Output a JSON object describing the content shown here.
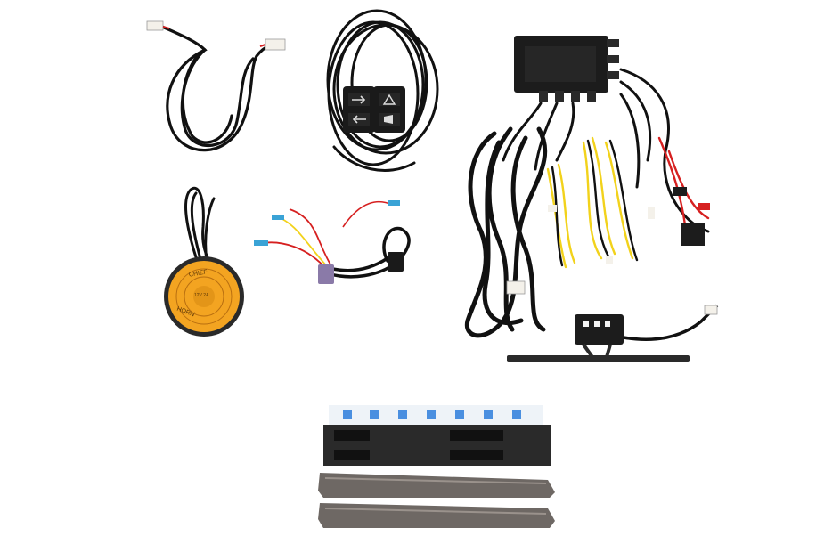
{
  "image": {
    "background": "#ffffff",
    "components": [
      {
        "id": "extension-harness",
        "icon": "cable-coil-icon"
      },
      {
        "id": "control-switch",
        "icon": "switch-panel-icon"
      },
      {
        "id": "control-module",
        "icon": "control-box-icon"
      },
      {
        "id": "horn",
        "icon": "round-horn-icon",
        "printed_text": [
          "CHIEF",
          "HORN",
          "12V 2A"
        ]
      },
      {
        "id": "adapter-harness",
        "icon": "connector-harness-icon"
      },
      {
        "id": "main-wiring-harness",
        "icon": "wire-loom-icon"
      },
      {
        "id": "license-plate-light",
        "icon": "plate-bracket-icon"
      },
      {
        "id": "led-light-bars",
        "icon": "light-bar-icon",
        "count": 2
      }
    ],
    "colors": {
      "cable": "#111111",
      "wire_yellow": "#f2d21b",
      "wire_red": "#d62020",
      "horn_face": "#f3a421",
      "module_body": "#1c1c1c",
      "light_bar_lens": "#6e6864",
      "tape_blue": "#4a8fe0"
    }
  }
}
